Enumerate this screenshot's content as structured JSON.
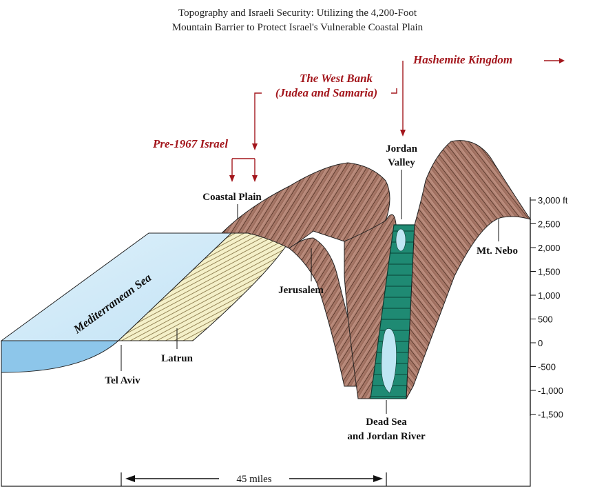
{
  "title": {
    "line1": "Topography and Israeli Security: Utilizing the 4,200-Foot",
    "line2": "Mountain Barrier to Protect Israel's Vulnerable Coastal Plain"
  },
  "regions": {
    "hashemite": "Hashemite Kingdom",
    "west_bank_line1": "The West Bank",
    "west_bank_line2": "(Judea and Samaria)",
    "pre1967": "Pre-1967 Israel"
  },
  "places": {
    "coastal_plain": "Coastal Plain",
    "jordan_valley_line1": "Jordan",
    "jordan_valley_line2": "Valley",
    "mediterranean": "Mediterranean Sea",
    "jerusalem": "Jerusalem",
    "mt_nebo": "Mt. Nebo",
    "latrun": "Latrun",
    "tel_aviv": "Tel Aviv",
    "dead_sea_line1": "Dead Sea",
    "dead_sea_line2": "and Jordan River"
  },
  "elevation_axis": {
    "unit": "ft",
    "ticks": [
      "3,000 ft",
      "2,500",
      "2,000",
      "1,500",
      "1,000",
      "500",
      "0",
      "-500",
      "-1,000",
      "-1,500"
    ]
  },
  "distance": {
    "label": "45 miles"
  },
  "colors": {
    "sea_light": "#cfe9f7",
    "sea_deep": "#8dc6ea",
    "sand": "#f3efc6",
    "terrain": "#a97a6a",
    "terrain_dark": "#5e3b2e",
    "river": "#1f8a73",
    "accent_red": "#a3161c"
  }
}
